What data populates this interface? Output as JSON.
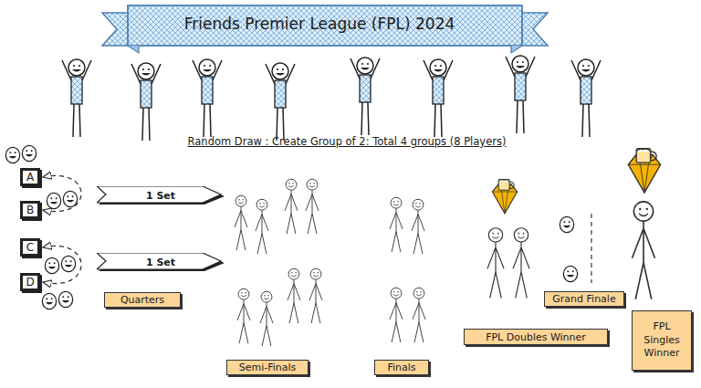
{
  "diagram": {
    "title": "Friends Premier League (FPL) 2024",
    "nodes": [
      {
        "text": [
          "A"
        ]
      },
      {
        "text": [
          "1 Set"
        ]
      },
      {
        "text": [
          "B"
        ]
      },
      {
        "text": [
          "C"
        ]
      },
      {
        "text": [
          "1 Set"
        ]
      },
      {
        "text": [
          "D"
        ]
      },
      {
        "text": [
          "Quarters"
        ]
      },
      {
        "text": [
          "Semi-Finals"
        ]
      },
      {
        "text": [
          "Finals"
        ]
      },
      {
        "text": [
          "FPL Doubles Winner"
        ]
      },
      {
        "text": [
          "Grand Finale"
        ]
      },
      {
        "text": [
          "FPL Singles Winner"
        ]
      }
    ],
    "edges": [
      {
        "from": 0,
        "to": 2,
        "arrow": "both"
      },
      {
        "from": 3,
        "to": 5,
        "arrow": "both"
      }
    ],
    "labels": [
      "Random Draw : Create Group of 2: Total 4 groups (8 Players)"
    ]
  }
}
